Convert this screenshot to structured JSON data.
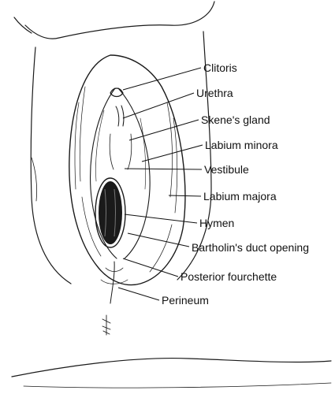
{
  "labels": {
    "clitoris": "Clitoris",
    "urethra": "Urethra",
    "skenes_gland": "Skene's gland",
    "labium_minora": "Labium minora",
    "vestibule": "Vestibule",
    "labium_majora": "Labium majora",
    "hymen": "Hymen",
    "bartholins_duct": "Bartholin's duct opening",
    "posterior_fourchette": "Posterior fourchette",
    "perineum": "Perineum"
  }
}
